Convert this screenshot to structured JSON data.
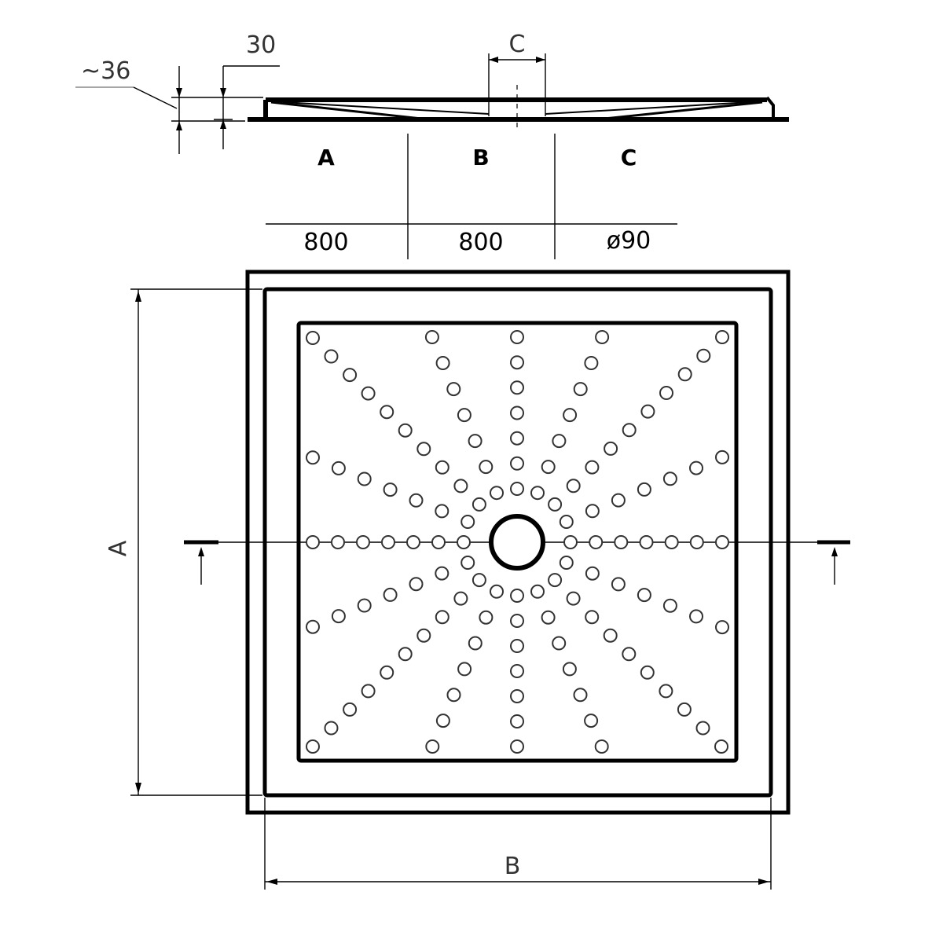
{
  "profile": {
    "lip_label": "~36",
    "rim_label": "30",
    "drain_label": "C"
  },
  "table": {
    "headers": [
      "A",
      "B",
      "C"
    ],
    "values": [
      "800",
      "800",
      "ø90"
    ]
  },
  "plan": {
    "width_label": "B",
    "height_label": "A",
    "hole_rays": 16
  },
  "colors": {
    "line": "#000000",
    "dim_text": "#333333",
    "background": "#ffffff"
  }
}
